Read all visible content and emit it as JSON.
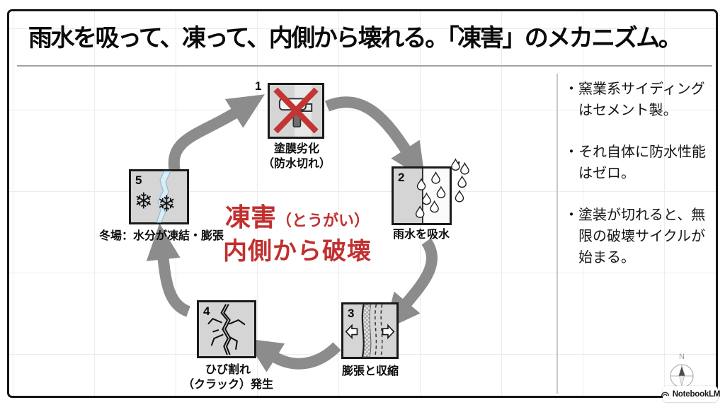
{
  "title": "雨水を吸って、凍って、内側から壊れる。「凍害」のメカニズム。",
  "center_label": {
    "term": "凍害",
    "reading": "（とうがい）",
    "line2": "内側から破壊"
  },
  "cycle": {
    "steps": [
      {
        "num": "1",
        "label1": "塗膜劣化",
        "label2": "（防水切れ）",
        "icon": "paint-roller-crossed"
      },
      {
        "num": "2",
        "label1": "雨水を吸水",
        "icon": "raindrops"
      },
      {
        "num": "3",
        "label1": "膨張と収縮",
        "icon": "expansion-contraction"
      },
      {
        "num": "4",
        "label1": "ひび割れ",
        "label2": "（クラック）発生",
        "icon": "cracks"
      },
      {
        "num": "5",
        "label1": "冬場：水分が凍結・膨張",
        "icon": "frozen-snowflakes"
      }
    ]
  },
  "sidebar": {
    "bullet_char": "・",
    "bullets": [
      "窯業系サイディングはセメント製。",
      "それ自体に防水性能はゼロ。",
      "塗装が切れると、無限の破壊サイクルが始まる。"
    ]
  },
  "compass": {
    "north_label": "N"
  },
  "watermark": {
    "label": "NotebookLM"
  },
  "colors": {
    "accent_red": "#c22f2f",
    "arrow_gray": "#8c8c8c",
    "box_fill": "#d5d5d5"
  }
}
